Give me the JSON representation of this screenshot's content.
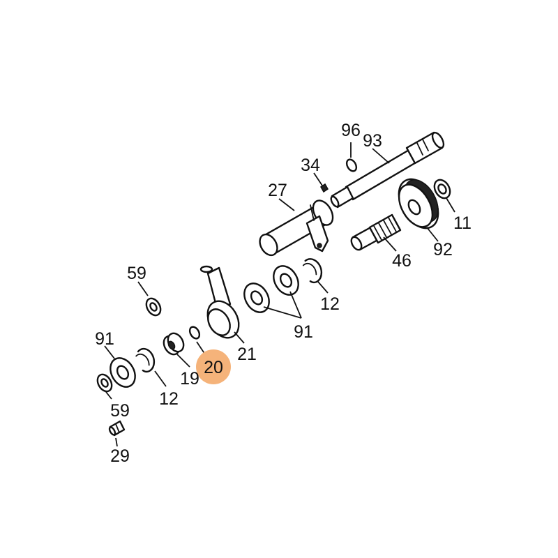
{
  "diagram": {
    "highlight_color": "#f5b37a",
    "line_color": "#111111",
    "background": "#ffffff",
    "labels": {
      "p96": "96",
      "p93": "93",
      "p34": "34",
      "p27": "27",
      "p11": "11",
      "p92": "92",
      "p46": "46",
      "p59a": "59",
      "p12a": "12",
      "p91a": "91",
      "p21": "21",
      "p91b": "91",
      "p19": "19",
      "p20": "20",
      "p12b": "12",
      "p59b": "59",
      "p29": "29"
    },
    "highlighted_part": "20"
  }
}
